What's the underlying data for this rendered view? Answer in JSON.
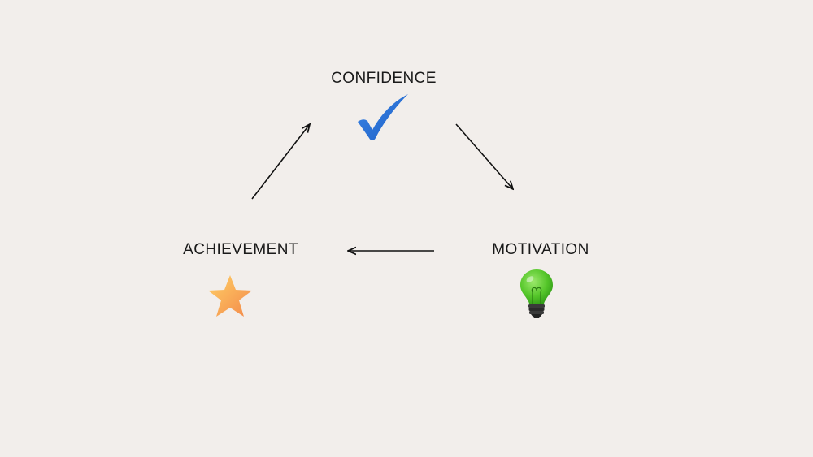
{
  "diagram": {
    "nodes": [
      {
        "id": "confidence",
        "label": "CONFIDENCE",
        "icon": "checkmark-icon",
        "icon_color": "#2a6fd6"
      },
      {
        "id": "motivation",
        "label": "MOTIVATION",
        "icon": "lightbulb-icon",
        "icon_color": "#4fc22a"
      },
      {
        "id": "achievement",
        "label": "ACHIEVEMENT",
        "icon": "star-icon",
        "icon_color": "#f6a84a"
      }
    ],
    "edges": [
      {
        "from": "confidence",
        "to": "motivation"
      },
      {
        "from": "motivation",
        "to": "achievement"
      },
      {
        "from": "achievement",
        "to": "confidence"
      }
    ],
    "background": "#f2eeeb"
  }
}
